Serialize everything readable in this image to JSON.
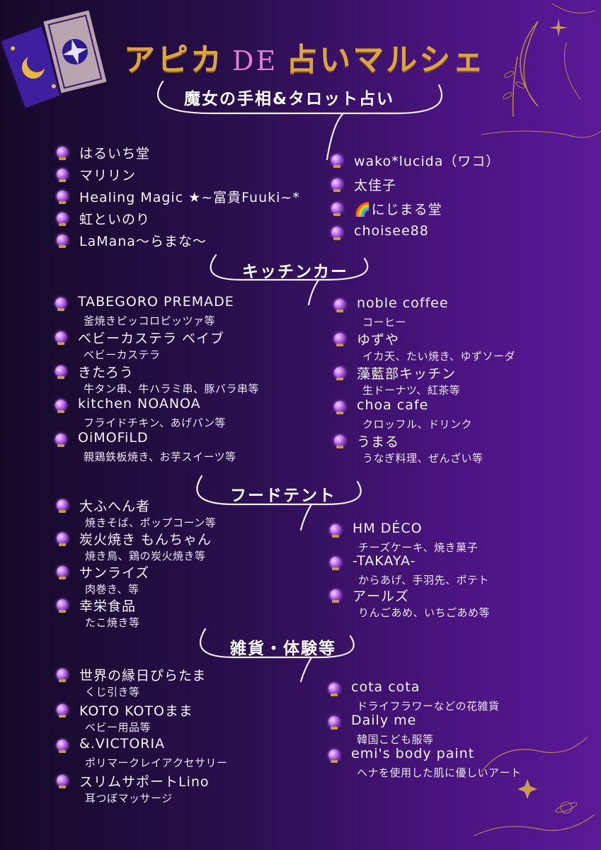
{
  "title": {
    "left": "アピカ",
    "de": "DE",
    "right": "占いマルシェ"
  },
  "sections": {
    "fortune": {
      "heading": "魔女の手相&タロット占い",
      "left": [
        {
          "name": "はるいち堂"
        },
        {
          "name": "マリリン"
        },
        {
          "name": "Healing Magic ★~富貴Fuuki~*"
        },
        {
          "name": "虹といのり"
        },
        {
          "name": "LaMana～らまな～"
        }
      ],
      "right": [
        {
          "name": "wako*lucida（ワコ）"
        },
        {
          "name": "太佳子"
        },
        {
          "name": "🌈にじまる堂"
        },
        {
          "name": "choisee88"
        }
      ]
    },
    "kitchen": {
      "heading": "キッチンカー",
      "left": [
        {
          "name": "TABEGORO PREMADE",
          "sub": "釜焼きピッコロピッツァ等"
        },
        {
          "name": "ベビーカステラ ベイブ",
          "sub": "ベビーカステラ"
        },
        {
          "name": "きたろう",
          "sub": "牛タン串、牛ハラミ串、豚バラ串等"
        },
        {
          "name": "kitchen NOANOA",
          "sub": "フライドチキン、あげパン等"
        },
        {
          "name": "OiMOFiLD",
          "sub": "親鶏鉄板焼き、お芋スイーツ等"
        }
      ],
      "right": [
        {
          "name": "noble coffee",
          "sub": "コーヒー"
        },
        {
          "name": "ゆずや",
          "sub": "イカ天、たい焼き、ゆずソーダ"
        },
        {
          "name": "藻藍部キッチン",
          "sub": "生ドーナツ、紅茶等"
        },
        {
          "name": "choa cafe",
          "sub": "クロッフル、ドリンク"
        },
        {
          "name": "うまる",
          "sub": "うなぎ料理、ぜんざい等"
        }
      ]
    },
    "food": {
      "heading": "フードテント",
      "left": [
        {
          "name": "大ふへん者",
          "sub": "焼きそば、ポップコーン等"
        },
        {
          "name": "炭火焼き もんちゃん",
          "sub": "焼き鳥、鶏の炭火焼き等"
        },
        {
          "name": "サンライズ",
          "sub": "肉巻き、等"
        },
        {
          "name": "幸栄食品",
          "sub": "たこ焼き等"
        }
      ],
      "right": [
        {
          "name": "HM DÉCO",
          "sub": "チーズケーキ、焼き菓子"
        },
        {
          "name": "-TAKAYA-",
          "sub": "からあげ、手羽先、ポテト"
        },
        {
          "name": "アールズ",
          "sub": "りんごあめ、いちごあめ等"
        }
      ]
    },
    "goods": {
      "heading": "雑貨・体験等",
      "left": [
        {
          "name": "世界の縁日ぴらたま",
          "sub": "くじ引き等"
        },
        {
          "name": "KOTO KOTOまま",
          "sub": "ベビー用品等"
        },
        {
          "name": "&.VICTORIA",
          "sub": "ポリマークレイアクセサリー"
        },
        {
          "name": "スリムサポートLino",
          "sub": "耳つぼマッサージ"
        }
      ],
      "right": [
        {
          "name": "cota cota",
          "sub": "ドライフラワーなどの花雑貨"
        },
        {
          "name": "Daily me",
          "sub": "韓国こども服等"
        },
        {
          "name": "emi's body paint",
          "sub": "ヘナを使用した肌に優しいアート"
        }
      ]
    }
  },
  "decor": {
    "icons": [
      "tarot-card-moon-icon",
      "tarot-card-star-icon",
      "sparkle-icon",
      "crescent-moon-icon",
      "laurel-icon",
      "hand-icon",
      "crystal-ball-icon"
    ],
    "colors": {
      "gold": "#d9a441",
      "pink_de": "#e07fd6",
      "text": "#f7f3ff",
      "bg_left": "#140a28",
      "bg_right": "#5a1a98"
    }
  }
}
